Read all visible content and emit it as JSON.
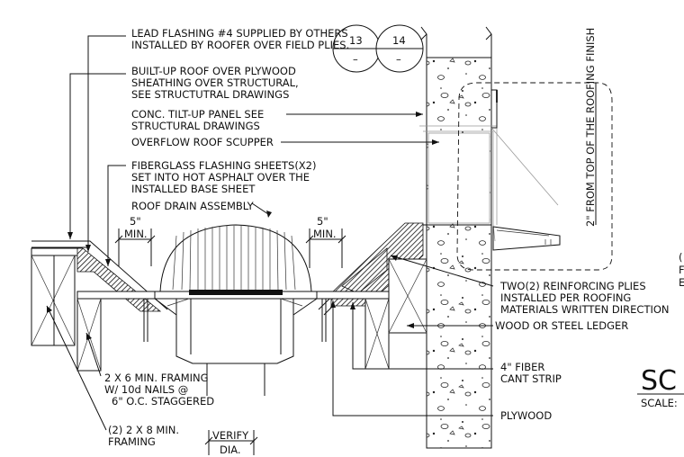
{
  "notes": {
    "lead_flashing": [
      "LEAD FLASHING #4 SUPPLIED BY OTHERS",
      "INSTALLED BY ROOFER OVER FIELD PLIES."
    ],
    "built_up_roof": [
      "BUILT-UP ROOF OVER PLYWOOD",
      "SHEATHING OVER STRUCTURAL,",
      "SEE STRUCTUTRAL DRAWINGS"
    ],
    "tilt_up_panel": [
      "CONC. TILT-UP PANEL SEE",
      "STRUCTURAL DRAWINGS"
    ],
    "overflow_scupper": [
      "OVERFLOW ROOF SCUPPER"
    ],
    "fiberglass_flashing": [
      "FIBERGLASS FLASHING SHEETS(X2)",
      "SET INTO HOT ASPHALT OVER THE",
      "INSTALLED BASE SHEET"
    ],
    "roof_drain": [
      "ROOF DRAIN ASSEMBLY"
    ],
    "reinforcing_plies": [
      "TWO(2) REINFORCING PLIES",
      "INSTALLED PER ROOFING",
      "MATERIALS WRITTEN DIRECTION"
    ],
    "ledger": [
      "WOOD OR STEEL LEDGER"
    ],
    "cant_strip": [
      "4\" FIBER",
      "CANT STRIP"
    ],
    "plywood": [
      "PLYWOOD"
    ],
    "framing_2x6": [
      "2 X 6 MIN. FRAMING",
      "W/ 10d NAILS @",
      "6\" O.C. STAGGERED"
    ],
    "framing_2x8": [
      "(2) 2 X 8 MIN.",
      "FRAMING"
    ],
    "verify_dia": [
      "VERIFY",
      "DIA."
    ],
    "dim_left": [
      "5\"",
      "MIN."
    ],
    "dim_right": [
      "5\"",
      "MIN."
    ],
    "scupper_height": "2\" FROM TOP OF THE ROOFING FINISH"
  },
  "detail_refs": [
    {
      "number": "13",
      "sheet": "–"
    },
    {
      "number": "14",
      "sheet": "–"
    }
  ],
  "title_block": {
    "title_fragment": "SC",
    "scale_label": "SCALE:"
  },
  "edge_fragments": [
    "(",
    "F",
    "E"
  ]
}
